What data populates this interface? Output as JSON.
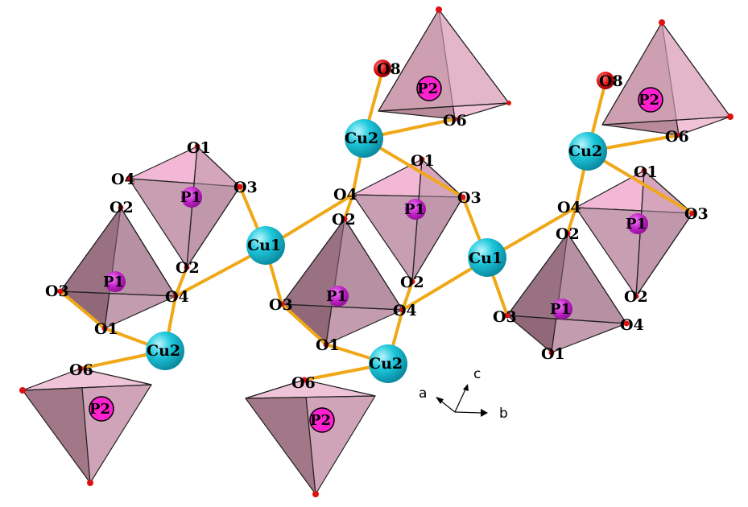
{
  "atoms": {
    "cu1": "Cu1",
    "cu2": "Cu2",
    "p1": "P1",
    "p2": "P2",
    "o1": "O1",
    "o2": "O2",
    "o3": "O3",
    "o4": "O4",
    "o6": "O6",
    "o8": "O8"
  },
  "axes": {
    "a": "a",
    "b": "b",
    "c": "c"
  },
  "colors": {
    "cu": "#1ec8dc",
    "p": "#c020c8",
    "p2": "#ff20d0",
    "o_small": "#e01010",
    "o8": "#e81010",
    "bond": "#f0a818",
    "tetra_light": "#f4c4dc",
    "tetra_mid": "#d8a8bc",
    "tetra_dark": "#a07888"
  }
}
